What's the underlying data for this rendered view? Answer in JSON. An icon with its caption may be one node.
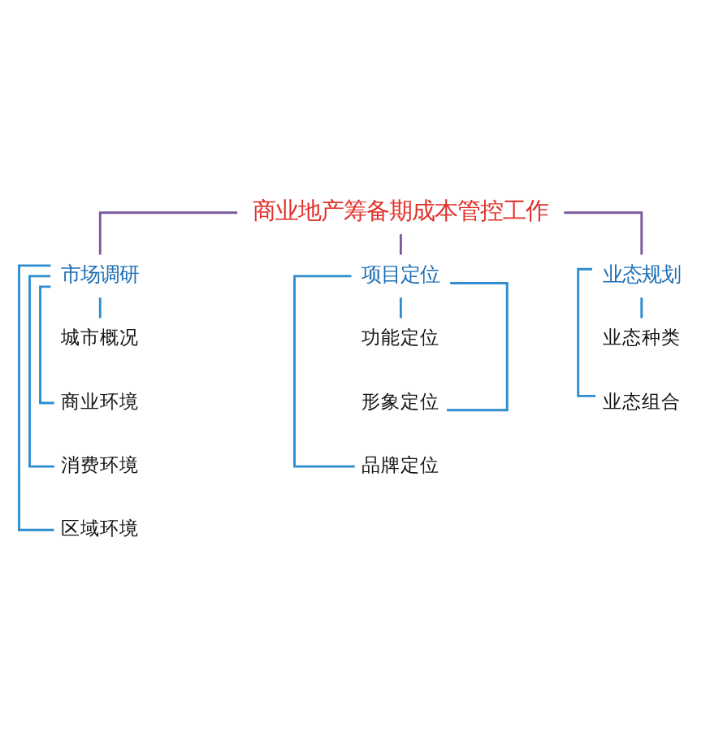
{
  "diagram": {
    "nodes": [
      {
        "text": [
          "商业地产筹备期成本管控工作"
        ]
      },
      {
        "text": [
          "市场调研"
        ]
      },
      {
        "text": [
          "项目定位"
        ]
      },
      {
        "text": [
          "业态规划"
        ]
      },
      {
        "text": [
          "城市概况"
        ]
      },
      {
        "text": [
          "商业环境"
        ]
      },
      {
        "text": [
          "消费环境"
        ]
      },
      {
        "text": [
          "区域环境"
        ]
      },
      {
        "text": [
          "功能定位"
        ]
      },
      {
        "text": [
          "形象定位"
        ]
      },
      {
        "text": [
          "品牌定位"
        ]
      },
      {
        "text": [
          "业态种类"
        ]
      },
      {
        "text": [
          "业态组合"
        ]
      }
    ],
    "edges": [
      {
        "from": 0,
        "to": 1,
        "arrow": "none",
        "color": "#7b5a9c"
      },
      {
        "from": 0,
        "to": 2,
        "arrow": "none",
        "color": "#7b5a9c"
      },
      {
        "from": 0,
        "to": 3,
        "arrow": "none",
        "color": "#7b5a9c"
      },
      {
        "from": 1,
        "to": 4,
        "arrow": "none"
      },
      {
        "from": 1,
        "to": 5,
        "arrow": "none"
      },
      {
        "from": 1,
        "to": 6,
        "arrow": "none"
      },
      {
        "from": 1,
        "to": 7,
        "arrow": "none"
      },
      {
        "from": 2,
        "to": 8,
        "arrow": "none"
      },
      {
        "from": 2,
        "to": 9,
        "arrow": "none"
      },
      {
        "from": 2,
        "to": 10,
        "arrow": "none"
      },
      {
        "from": 3,
        "to": 11,
        "arrow": "none"
      },
      {
        "from": 3,
        "to": 12,
        "arrow": "none"
      }
    ]
  }
}
